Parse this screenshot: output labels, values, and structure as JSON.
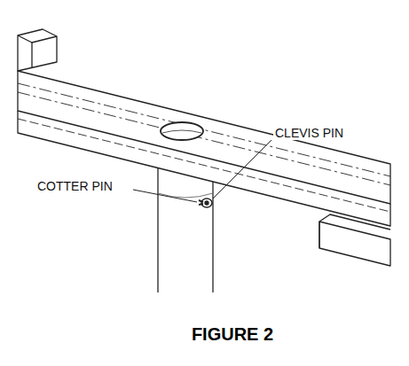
{
  "diagram": {
    "caption": "FIGURE 2",
    "labels": [
      "CLEVIS PIN",
      "COTTER PIN"
    ]
  }
}
